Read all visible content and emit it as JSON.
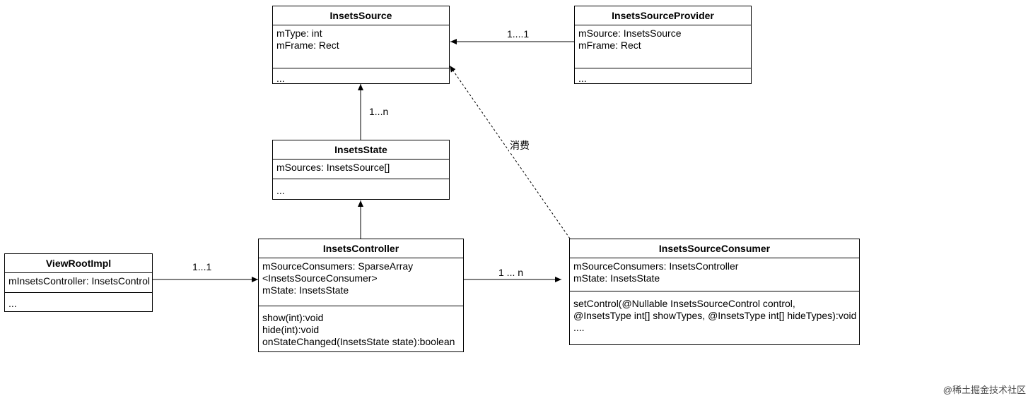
{
  "classes": {
    "insets_source": {
      "name": "InsetsSource",
      "attrs": "mType: int\nmFrame: Rect",
      "ops": "..."
    },
    "insets_source_provider": {
      "name": "InsetsSourceProvider",
      "attrs": "mSource: InsetsSource\nmFrame: Rect",
      "ops": "..."
    },
    "insets_state": {
      "name": "InsetsState",
      "attrs": "mSources: InsetsSource[]",
      "ops": "..."
    },
    "view_root_impl": {
      "name": "ViewRootImpl",
      "attrs": "mInsetsController: InsetsControl",
      "ops": "..."
    },
    "insets_controller": {
      "name": "InsetsController",
      "attrs": "mSourceConsumers: SparseArray\n<InsetsSourceConsumer>\nmState: InsetsState",
      "ops": "show(int):void\nhide(int):void\nonStateChanged(InsetsState state):boolean"
    },
    "insets_source_consumer": {
      "name": "InsetsSourceConsumer",
      "attrs": "mSourceConsumers: InsetsController\nmState: InsetsState",
      "ops": "setControl(@Nullable InsetsSourceControl control,\n@InsetsType int[] showTypes, @InsetsType int[] hideTypes):void\n...."
    }
  },
  "edges": {
    "provider_to_source": "1....1",
    "state_to_source": "1...n",
    "consumer_to_source": "消费",
    "viewroot_to_controller": "1...1",
    "controller_to_consumer": "1 ... n"
  },
  "watermark": "@稀土掘金技术社区"
}
